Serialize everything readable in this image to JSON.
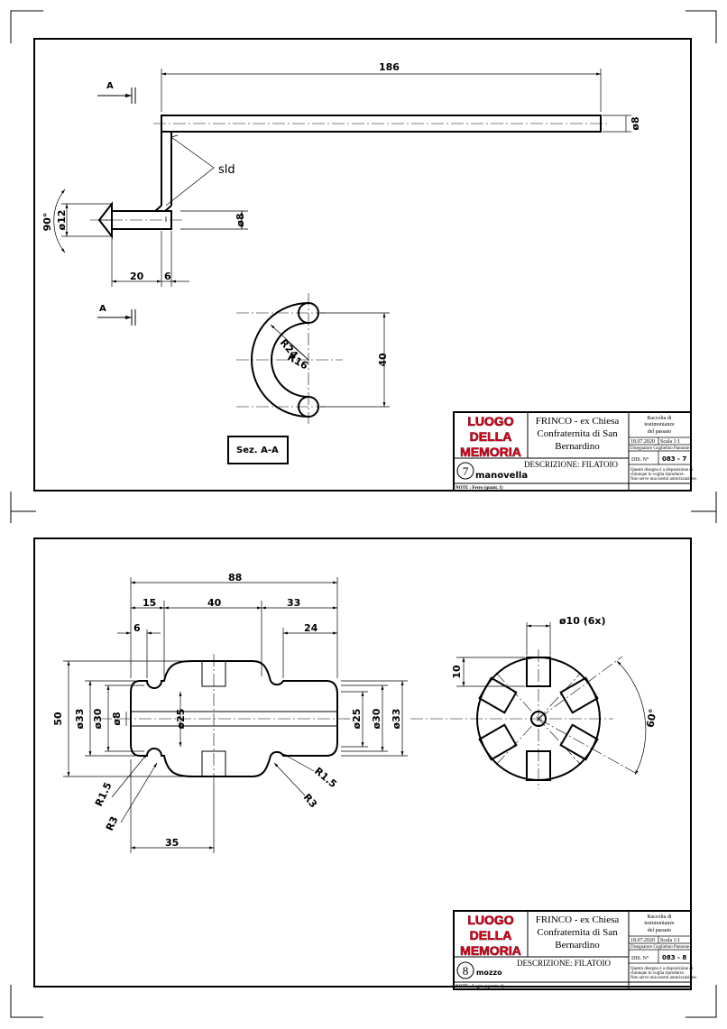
{
  "sheet1": {
    "section_label": "Sez. A-A",
    "arrow_label_top": "A",
    "arrow_label_bottom": "A",
    "dims": {
      "length": "186",
      "dia_rod": "ø8",
      "dia_rod2": "ø8",
      "dia_tip": "ø12",
      "angle": "90°",
      "len20": "20",
      "len6": "6",
      "weld": "sld",
      "r24": "R24",
      "r16": "R16",
      "h40": "40"
    },
    "title_block": {
      "logo": [
        "LUOGO",
        "DELLA",
        "MEMORIA"
      ],
      "place": [
        "FRINCO - ex Chiesa",
        "Confraternita di San",
        "Bernardino"
      ],
      "collection": [
        "Raccolta di",
        "testimonianze",
        "del passato"
      ],
      "date": "18.07.2020",
      "scale": "Scala 1:1",
      "author": "Disegnatore Guglielmo Pannone",
      "dis_label": "DIS. N°",
      "dis_number": "083 - 7",
      "description": "DESCRIZIONE: FILATOIO",
      "item_number": "7",
      "item_name": "manovella",
      "note": "NOTE : Ferro  (quant. 1)",
      "disclaimer": [
        "Questo disegno è a disposizione di",
        "chiunque lo voglia riprodurre.",
        "Non serve una nostra autorizzazione."
      ]
    }
  },
  "sheet2": {
    "dims": {
      "w88": "88",
      "w15": "15",
      "w40": "40",
      "w33": "33",
      "w6": "6",
      "w24": "24",
      "h50": "50",
      "d33l": "ø33",
      "d30l": "ø30",
      "d8": "ø8",
      "d25c": "ø25",
      "d25r": "ø25",
      "d30r": "ø30",
      "d33r": "ø33",
      "r15l": "R1.5",
      "r3l": "R3",
      "r15r": "R1.5",
      "r3r": "R3",
      "w35": "35",
      "holes": "ø10 (6x)",
      "h10": "10",
      "angle60": "60°"
    },
    "title_block": {
      "logo": [
        "LUOGO",
        "DELLA",
        "MEMORIA"
      ],
      "place": [
        "FRINCO - ex Chiesa",
        "Confraternita di San",
        "Bernardino"
      ],
      "collection": [
        "Raccolta di",
        "testimonianze",
        "del passato"
      ],
      "date": "18.07.2020",
      "scale": "Scala 1:1",
      "author": "Disegnatore Guglielmo Pannone",
      "dis_label": "DIS. N°",
      "dis_number": "083 - 8",
      "description": "DESCRIZIONE: FILATOIO",
      "item_number": "8",
      "item_name": "mozzo",
      "note": "NOTE : Legno  (quant. 1)",
      "disclaimer": [
        "Questo disegno è a disposizione di",
        "chiunque lo voglia riprodurre.",
        "Non serve una nostra autorizzazione."
      ]
    }
  }
}
